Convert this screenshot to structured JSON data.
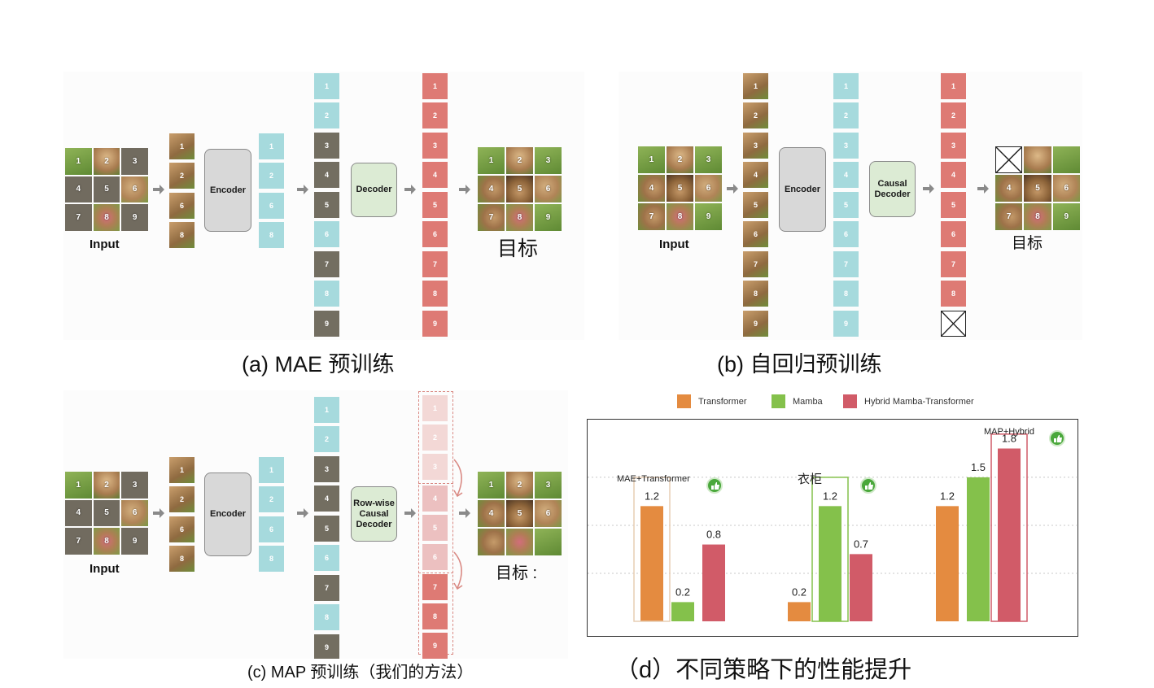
{
  "panel_a": {
    "input_label": "Input",
    "encoder_label": "Encoder",
    "decoder_label": "Decoder",
    "target_label": "目标",
    "caption": "(a) MAE 预训练"
  },
  "panel_b": {
    "input_label": "Input",
    "encoder_label": "Encoder",
    "decoder_label": "Causal\nDecoder",
    "target_label": "目标",
    "caption": "(b) 自回归预训练"
  },
  "panel_c": {
    "input_label": "Input",
    "encoder_label": "Encoder",
    "decoder_label": "Row-wise\nCausal\nDecoder",
    "target_label": "目标 :",
    "caption": "(c) MAP 预训练（我们的方法）"
  },
  "patch_numbers": [
    "1",
    "2",
    "3",
    "4",
    "5",
    "6",
    "7",
    "8",
    "9"
  ],
  "visible_patch_numbers": [
    "1",
    "2",
    "6",
    "8"
  ],
  "panel_d": {
    "caption": "（d）不同策略下的性能提升",
    "legend": [
      {
        "label": "Transformer",
        "color": "#e48b40"
      },
      {
        "label": "Mamba",
        "color": "#84c14b"
      },
      {
        "label": "Hybrid Mamba-Transformer",
        "color": "#d15b68"
      }
    ],
    "groups": [
      {
        "tag": "MAE+Transformer",
        "values": [
          1.2,
          0.2,
          0.8
        ],
        "value_labels": [
          "1.2",
          "0.2",
          "0.8"
        ],
        "highlight": 0
      },
      {
        "tag": "衣柜",
        "values": [
          0.2,
          1.2,
          0.7
        ],
        "value_labels": [
          "0.2",
          "1.2",
          "0.7"
        ],
        "highlight": 1
      },
      {
        "tag": "MAP+Hybrid",
        "values": [
          1.2,
          1.5,
          1.8
        ],
        "value_labels": [
          "1.2",
          "1.5",
          "1.8"
        ],
        "highlight": 2
      }
    ],
    "thumb_icon": "thumbs-up-icon"
  },
  "chart_data": {
    "type": "bar",
    "categories": [
      "MAE+Transformer",
      "衣柜",
      "MAP+Hybrid"
    ],
    "series": [
      {
        "name": "Transformer",
        "values": [
          1.2,
          0.2,
          1.2
        ]
      },
      {
        "name": "Mamba",
        "values": [
          0.2,
          1.2,
          1.5
        ]
      },
      {
        "name": "Hybrid Mamba-Transformer",
        "values": [
          0.8,
          0.7,
          1.8
        ]
      }
    ],
    "title": "",
    "xlabel": "",
    "ylabel": "",
    "ylim": [
      0,
      2.05
    ],
    "grid": true,
    "legend_position": "top"
  }
}
